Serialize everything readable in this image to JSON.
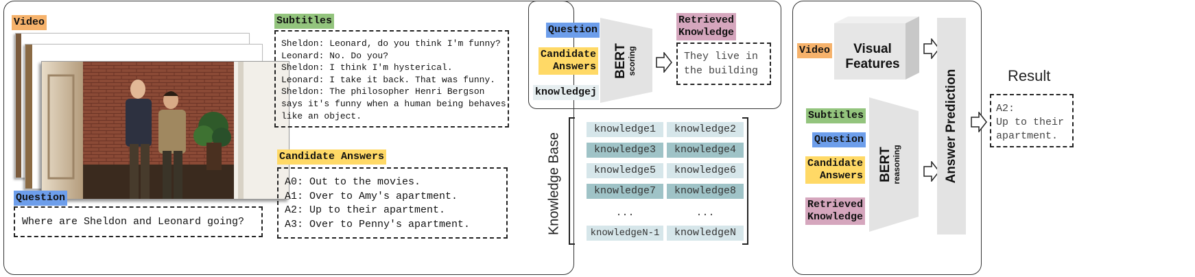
{
  "left_panel": {
    "video_tag": "Video",
    "subtitles_tag": "Subtitles",
    "subtitle_lines": [
      "Sheldon: Leonard, do you think I'm funny?",
      "Leonard: No. Do you?",
      "Sheldon: I think I'm hysterical.",
      "Leonard: I take it back. That was funny.",
      "Sheldon: The philosopher Henri Bergson",
      "says it's funny when a human being behaves",
      "like an object."
    ],
    "question_tag": "Question",
    "question_text": "Where are Sheldon and Leonard going?",
    "candidate_tag": "Candidate Answers",
    "answers": [
      "A0: Out to the movies.",
      "A1: Over to Amy's apartment.",
      "A2: Up to their apartment.",
      "A3: Over to Penny's apartment."
    ]
  },
  "retrieval_panel": {
    "question_tag": "Question",
    "candidate_tag_line1": "Candidate",
    "candidate_tag_line2": "Answers",
    "knowledge_tag": "knowledgej",
    "bert_label": "BERT",
    "bert_sub": "scoring",
    "retrieved_tag_line1": "Retrieved",
    "retrieved_tag_line2": "Knowledge",
    "retrieved_text_line1": "They live in",
    "retrieved_text_line2": "the building"
  },
  "knowledge_base": {
    "label": "Knowledge Base",
    "rows": [
      [
        "knowledge1",
        "knowledge2"
      ],
      [
        "knowledge3",
        "knowledge4"
      ],
      [
        "knowledge5",
        "knowledge6"
      ],
      [
        "knowledge7",
        "knowledge8"
      ],
      [
        "...",
        "..."
      ],
      [
        "knowledgeN-1",
        "knowledgeN"
      ]
    ]
  },
  "reasoning_panel": {
    "video_tag": "Video",
    "visual_line1": "Visual",
    "visual_line2": "Features",
    "subtitles_tag": "Subtitles",
    "question_tag": "Question",
    "candidate_tag_line1": "Candidate",
    "candidate_tag_line2": "Answers",
    "retrieved_tag_line1": "Retrieved",
    "retrieved_tag_line2": "Knowledge",
    "bert_label": "BERT",
    "bert_sub": "reasoning",
    "answer_prediction": "Answer Prediction"
  },
  "result": {
    "label": "Result",
    "line1": "A2:",
    "line2": "Up to their",
    "line3": "apartment."
  },
  "colors": {
    "orange": "#f6b26b",
    "green": "#93c47d",
    "blue": "#6d9eeb",
    "yellow": "#ffd966",
    "pink": "#d5a6bd",
    "teal_light": "#d6e6ea",
    "teal_dark": "#9fc3c7"
  }
}
